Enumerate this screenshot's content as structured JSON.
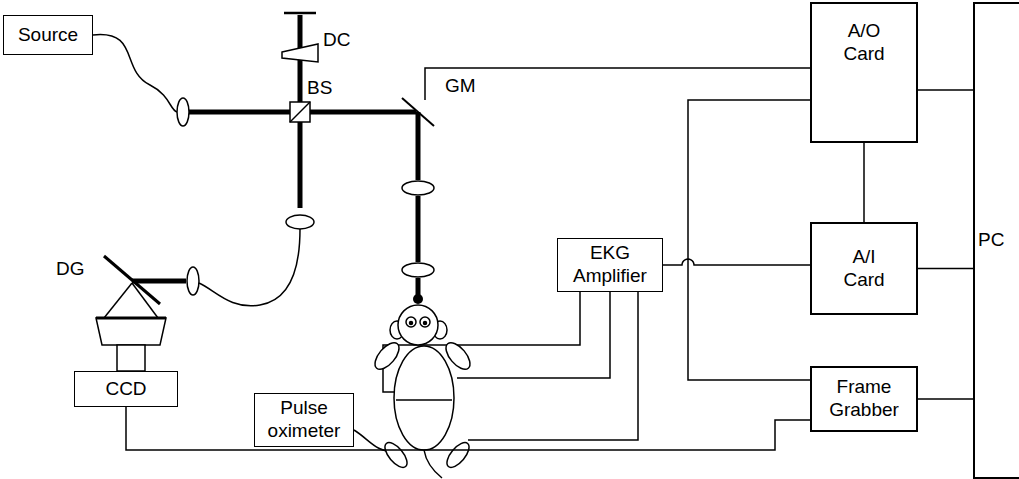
{
  "diagram": {
    "nodes": [
      {
        "text": [
          "Source"
        ]
      },
      {
        "text": [
          "A/O Card"
        ]
      },
      {
        "text": [
          "PC"
        ]
      },
      {
        "text": [
          "A/I Card"
        ]
      },
      {
        "text": [
          "EKG Amplifier"
        ]
      },
      {
        "text": [
          "CCD"
        ]
      },
      {
        "text": [
          "Frame Grabber"
        ]
      },
      {
        "text": [
          "Pulse oximeter"
        ]
      }
    ],
    "edges": [
      {
        "from": 1,
        "to": 2,
        "arrow": "none"
      },
      {
        "from": 1,
        "to": 3,
        "arrow": "none"
      },
      {
        "from": 3,
        "to": 2,
        "arrow": "none"
      },
      {
        "from": 4,
        "to": 3,
        "arrow": "none"
      },
      {
        "from": 1,
        "to": 6,
        "arrow": "none"
      },
      {
        "from": 6,
        "to": 2,
        "arrow": "none"
      },
      {
        "from": 5,
        "to": 6,
        "arrow": "none"
      }
    ],
    "labels": [
      "DC",
      "BS",
      "GM",
      "DG"
    ]
  }
}
